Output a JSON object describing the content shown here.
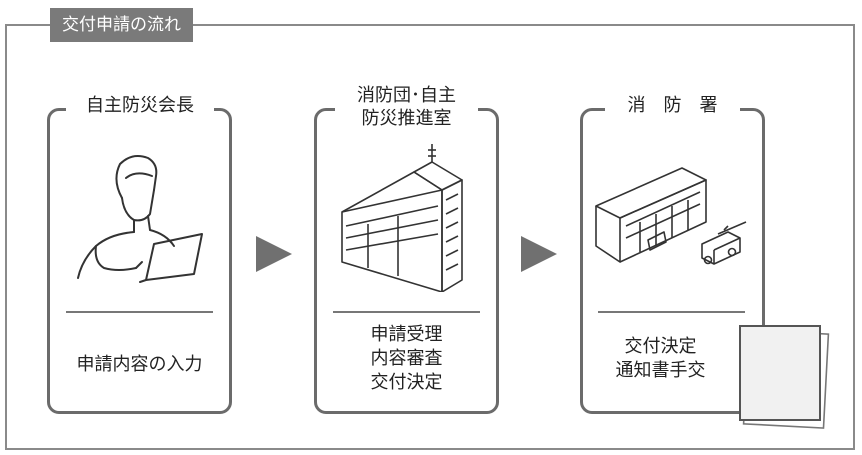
{
  "title": "交付申請の流れ",
  "steps": [
    {
      "label": [
        "自主防災会長"
      ],
      "illustration": "person-with-laptop-icon",
      "lines": [
        "申請内容の入力"
      ]
    },
    {
      "label": [
        "消防団･自主",
        "防災推進室"
      ],
      "illustration": "office-building-icon",
      "lines": [
        "申請受理",
        "内容審査",
        "交付決定"
      ]
    },
    {
      "label": [
        "消　防　署"
      ],
      "illustration": "fire-station-icon",
      "lines": [
        "交付決定",
        "通知書手交"
      ]
    }
  ],
  "arrows": [
    "play-arrow-icon",
    "play-arrow-icon"
  ],
  "document_icon": "document-sheets-icon",
  "colors": {
    "frame": "#8a8a8a",
    "title_bg": "#7a7a7a",
    "card_border": "#6b6b6b",
    "arrow": "#707070"
  }
}
